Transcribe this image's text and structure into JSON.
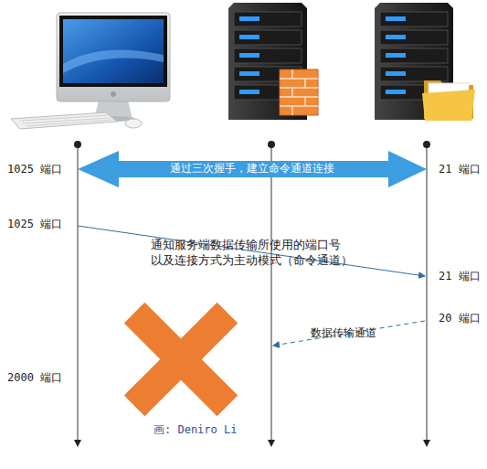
{
  "diagram": {
    "labels": [
      "1025 端口",
      "通过三次握手，建立命令通道连接",
      "21 端口",
      "1025 端口",
      "通知服务端数据传输所使用的端口号 以及连接方式为主动模式（命令通道）",
      "21 端口",
      "20 端口",
      "数据传输通道",
      "2000 端口",
      "画: Deniro Li"
    ]
  }
}
